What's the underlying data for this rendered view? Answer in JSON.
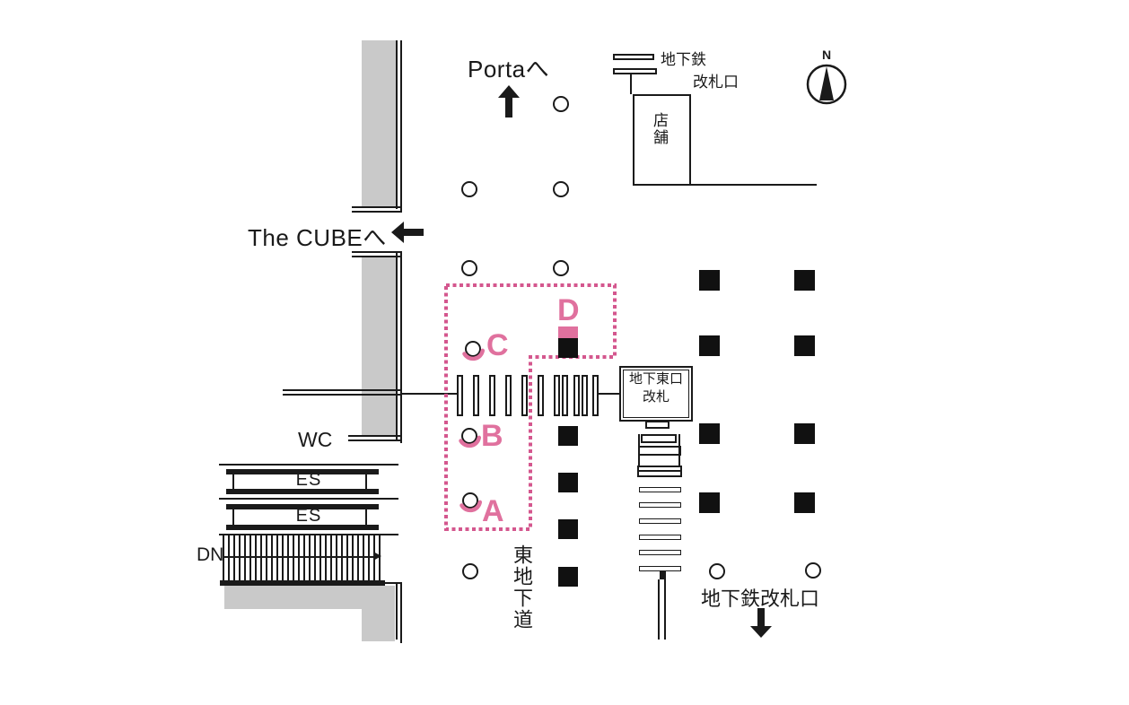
{
  "map": {
    "destinations": {
      "porta": "Portaへ",
      "the_cube": "The CUBEへ"
    },
    "labels": {
      "wc": "WC",
      "dn": "DN",
      "es": "ES",
      "shop": "店舗",
      "subway_gate_top_line1": "地下鉄",
      "subway_gate_top_line2": "改札口",
      "east_gate_line1": "地下東口",
      "east_gate_line2": "改札",
      "east_passage": "東地下道",
      "subway_gate_bottom": "地下鉄改札口",
      "compass_north": "N"
    },
    "ad_positions": [
      {
        "label": "A"
      },
      {
        "label": "B"
      },
      {
        "label": "C"
      },
      {
        "label": "D"
      }
    ],
    "icons": {
      "compass": "north-compass",
      "arrow_up": "arrow-up",
      "arrow_left": "arrow-left",
      "arrow_down": "arrow-down",
      "pillar": "round-pillar",
      "column": "square-column"
    },
    "colors": {
      "accent_pink": "#d4578e",
      "label_pink": "#e0719e",
      "wall_gray": "#c9c9c9",
      "line_black": "#1a1a1a"
    }
  }
}
